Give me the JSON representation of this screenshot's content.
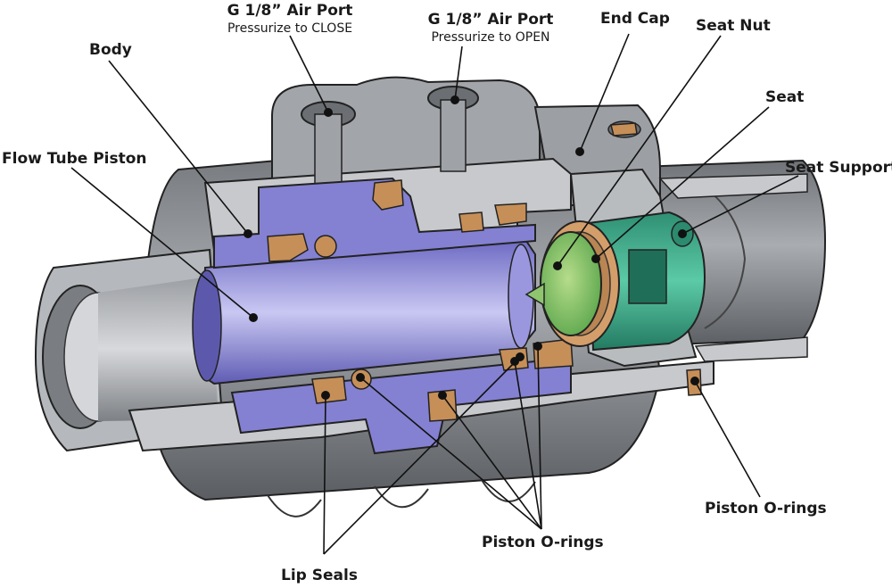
{
  "labels": {
    "air_port_close": {
      "title": "G 1/8” Air Port",
      "note": "Pressurize to CLOSE"
    },
    "air_port_open": {
      "title": "G 1/8” Air Port",
      "note": "Pressurize to OPEN"
    },
    "end_cap": "End Cap",
    "seat_nut": "Seat Nut",
    "body": "Body",
    "seat": "Seat",
    "flow_tube_piston": "Flow Tube Piston",
    "seat_support": "Seat Support",
    "piston_orings_right": "Piston O-rings",
    "piston_orings_bottom": "Piston O-rings",
    "lip_seals": "Lip Seals"
  },
  "colors": {
    "housing": "#8e9196",
    "housing_cut": "#c4c6c9",
    "piston": "#8a87d6",
    "seals": "#c9925a",
    "seat_green": "#2f9a7a",
    "seat_support_teal": "#3cae8f",
    "seat_nut": "#d9a06b",
    "outline": "#222222"
  }
}
